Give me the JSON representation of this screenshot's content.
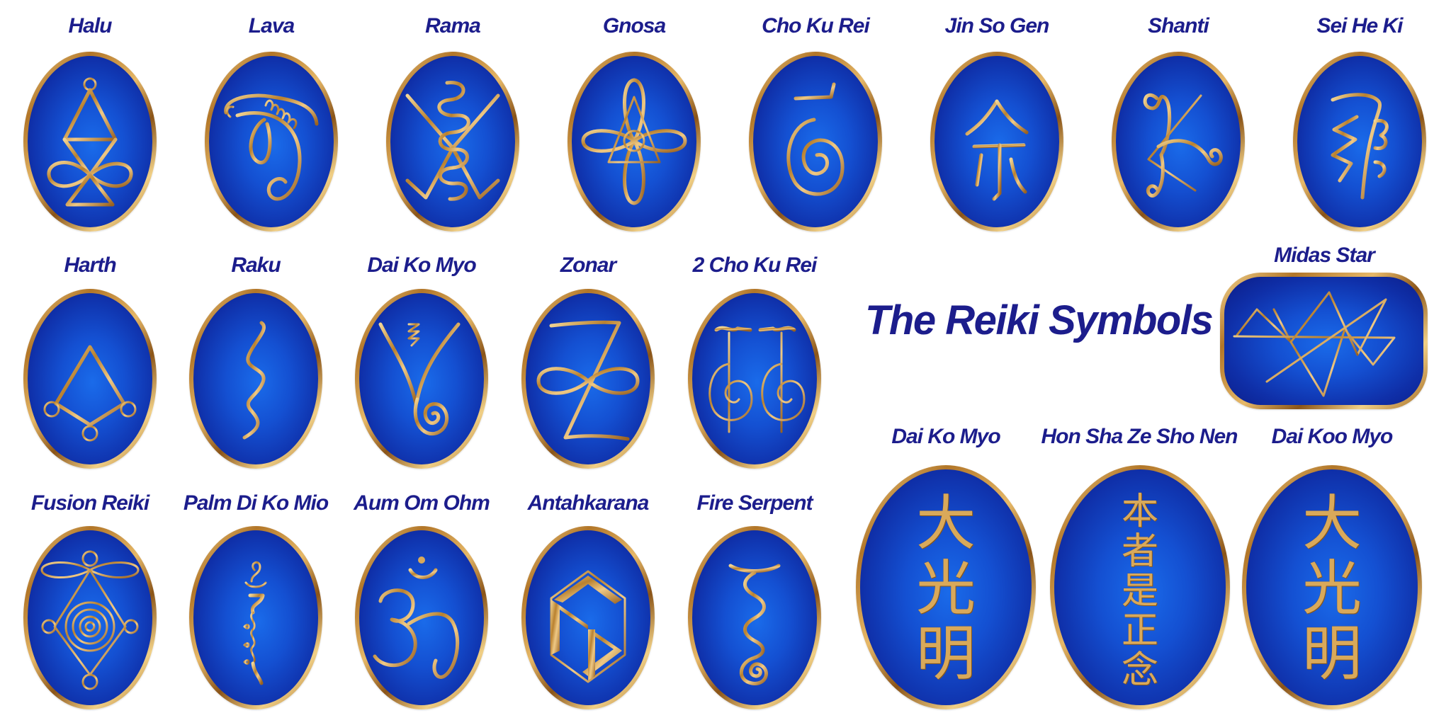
{
  "title": "The Reiki Symbols",
  "colors": {
    "label_text": "#1c1d8c",
    "medal_center": "#1a6bea",
    "medal_edge": "#0b1b86",
    "gold": "#d9a95a",
    "background": "#ffffff"
  },
  "row1": [
    {
      "label": "Halu",
      "icon": "halu-symbol"
    },
    {
      "label": "Lava",
      "icon": "lava-symbol"
    },
    {
      "label": "Rama",
      "icon": "rama-symbol"
    },
    {
      "label": "Gnosa",
      "icon": "gnosa-symbol"
    },
    {
      "label": "Cho Ku Rei",
      "icon": "cho-ku-rei-symbol"
    },
    {
      "label": "Jin So Gen",
      "icon": "jin-so-gen-symbol"
    },
    {
      "label": "Shanti",
      "icon": "shanti-symbol"
    },
    {
      "label": "Sei He Ki",
      "icon": "sei-he-ki-symbol"
    }
  ],
  "row2": [
    {
      "label": "Harth",
      "icon": "harth-symbol"
    },
    {
      "label": "Raku",
      "icon": "raku-symbol"
    },
    {
      "label": "Dai Ko Myo",
      "icon": "dai-ko-myo-tibetan-symbol"
    },
    {
      "label": "Zonar",
      "icon": "zonar-symbol"
    },
    {
      "label": "2 Cho Ku Rei",
      "icon": "double-cho-ku-rei-symbol"
    }
  ],
  "midas": {
    "label": "Midas Star",
    "icon": "midas-star-symbol"
  },
  "row3": [
    {
      "label": "Fusion Reiki",
      "icon": "fusion-reiki-symbol"
    },
    {
      "label": "Palm Di Ko Mio",
      "icon": "palm-di-ko-mio-symbol"
    },
    {
      "label": "Aum Om Ohm",
      "icon": "om-symbol"
    },
    {
      "label": "Antahkarana",
      "icon": "antahkarana-symbol"
    },
    {
      "label": "Fire Serpent",
      "icon": "fire-serpent-symbol"
    }
  ],
  "kanji_row": [
    {
      "label": "Dai Ko Myo",
      "chars": [
        "大",
        "光",
        "明"
      ],
      "icon": "dai-ko-myo-kanji"
    },
    {
      "label": "Hon Sha Ze Sho Nen",
      "chars": [
        "本",
        "者",
        "是",
        "正",
        "念"
      ],
      "icon": "hon-sha-ze-sho-nen-kanji"
    },
    {
      "label": "Dai Koo Myo",
      "chars": [
        "大",
        "光",
        "明"
      ],
      "icon": "dai-koo-myo-kanji"
    }
  ]
}
